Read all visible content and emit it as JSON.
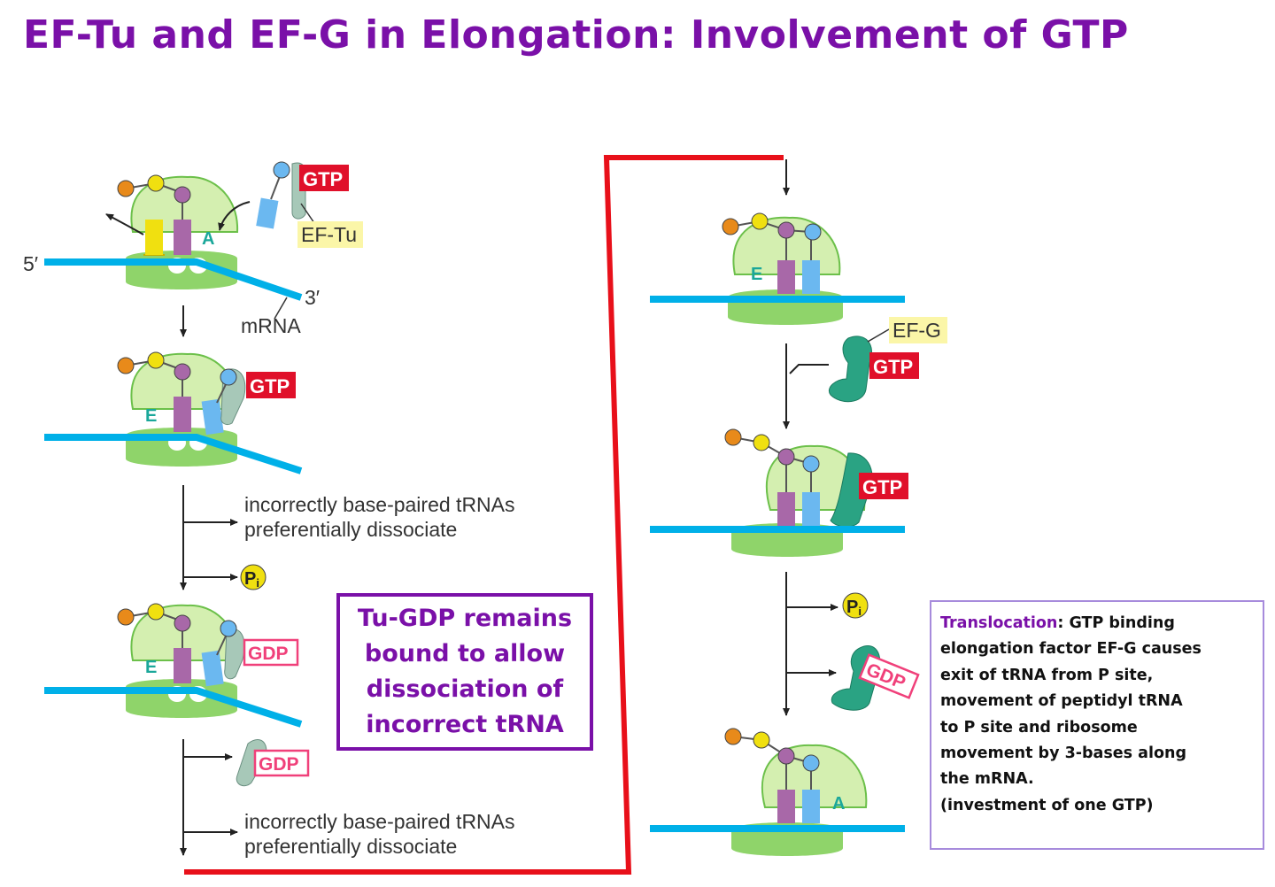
{
  "title": "EF-Tu and EF-G in Elongation: Involvement of GTP",
  "labels": {
    "five_prime": "5′",
    "three_prime": "3′",
    "mrna": "mRNA",
    "ef_tu": "EF-Tu",
    "ef_g": "EF-G",
    "gtp": "GTP",
    "gdp": "GDP",
    "pi": "P",
    "pi_sub": "i",
    "site_a": "A",
    "site_e": "E",
    "dissociate_line1": "incorrectly base-paired tRNAs",
    "dissociate_line2": "preferentially dissociate"
  },
  "tu_gdp_box": {
    "text": "Tu-GDP remains\nbound to allow\ndissociation of\nincorrect tRNA"
  },
  "translocation_box": {
    "heading": "Translocation",
    "body": ": GTP binding\nelongation factor EF-G causes\nexit of tRNA from P site,\nmovement of peptidyl tRNA\nto P site and ribosome\nmovement by 3-bases along\nthe mRNA.\n(investment of one GTP)"
  },
  "colors": {
    "title_purple": "#7a10a8",
    "mrna_blue": "#00b0e8",
    "ribosome_large": "#d4efb0",
    "ribosome_small": "#8fd46a",
    "gtp_red": "#e0102a",
    "gdp_pink": "#f0407a",
    "connector_red": "#e8101a",
    "eftu_gray": "#a7c8b8",
    "efg_teal": "#2aa383",
    "trna_yellow": "#f0e010",
    "trna_purple": "#a868a8",
    "trna_blue": "#6bb8f0",
    "aa_orange": "#e88a1a"
  }
}
